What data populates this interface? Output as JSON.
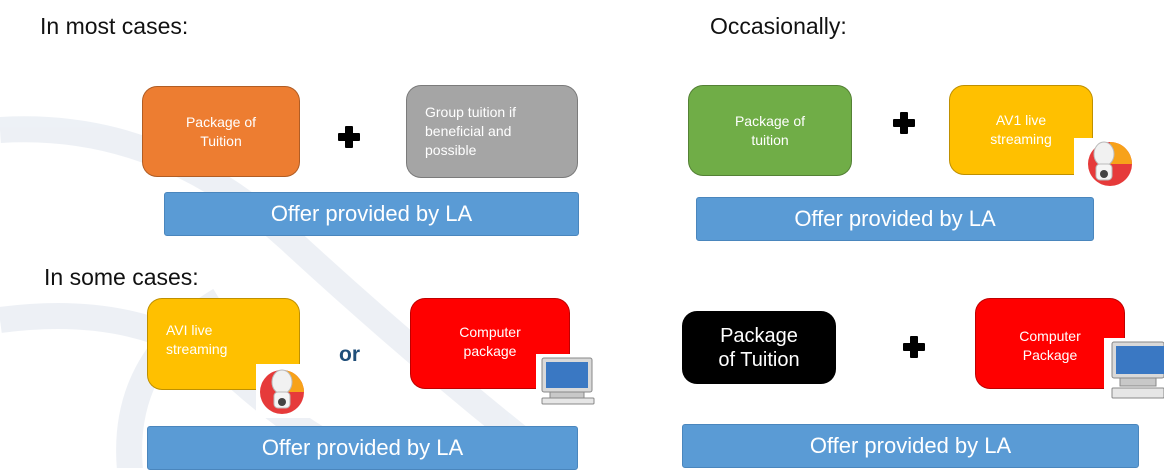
{
  "headings": {
    "most": "In most cases:",
    "occasionally": "Occasionally:",
    "some": "In some cases:"
  },
  "panel_most": {
    "box1": "Package of\nTuition",
    "box2": "Group tuition if\nbeneficial and\npossible",
    "offer": "Offer provided by LA"
  },
  "panel_occasionally": {
    "box1": "Package of\ntuition",
    "box2": "AV1 live\nstreaming",
    "offer": "Offer provided by LA"
  },
  "panel_some": {
    "box1": "AVI live\nstreaming",
    "connector": "or",
    "box2": "Computer\npackage",
    "offer": "Offer provided by LA"
  },
  "panel_fourth": {
    "box1": "Package\nof Tuition",
    "box2": "Computer\nPackage",
    "offer": "Offer provided by LA"
  },
  "colors": {
    "orange": "#ed7d31",
    "gray": "#a5a5a5",
    "green": "#70ad47",
    "amber": "#ffc000",
    "red": "#ff0000",
    "black": "#000000",
    "blue": "#5a9bd5"
  },
  "icons": [
    "plus-icon",
    "robot-icon",
    "computer-icon"
  ]
}
